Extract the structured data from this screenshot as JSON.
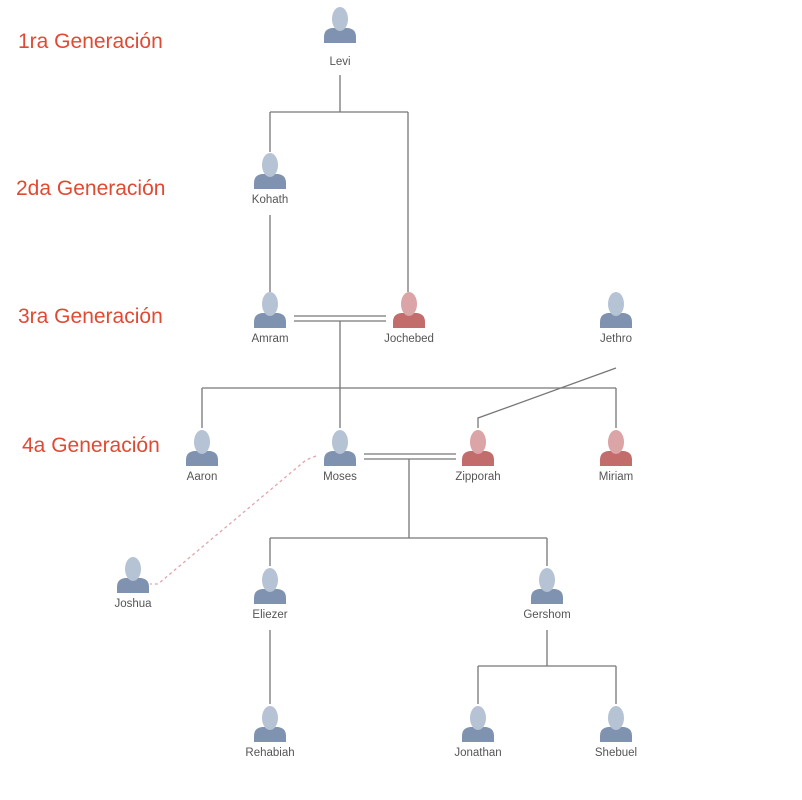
{
  "generations": [
    {
      "label": "1ra Generación"
    },
    {
      "label": "2da Generación"
    },
    {
      "label": "3ra Generación"
    },
    {
      "label": "4a Generación"
    }
  ],
  "people": {
    "levi": {
      "name": "Levi",
      "gender": "male"
    },
    "kohath": {
      "name": "Kohath",
      "gender": "male"
    },
    "amram": {
      "name": "Amram",
      "gender": "male"
    },
    "jochebed": {
      "name": "Jochebed",
      "gender": "female"
    },
    "jethro": {
      "name": "Jethro",
      "gender": "male"
    },
    "aaron": {
      "name": "Aaron",
      "gender": "male"
    },
    "moses": {
      "name": "Moses",
      "gender": "male"
    },
    "zipporah": {
      "name": "Zipporah",
      "gender": "female"
    },
    "miriam": {
      "name": "Miriam",
      "gender": "female"
    },
    "joshua": {
      "name": "Joshua",
      "gender": "male"
    },
    "eliezer": {
      "name": "Eliezer",
      "gender": "male"
    },
    "gershom": {
      "name": "Gershom",
      "gender": "male"
    },
    "rehabiah": {
      "name": "Rehabiah",
      "gender": "male"
    },
    "jonathan": {
      "name": "Jonathan",
      "gender": "male"
    },
    "shebuel": {
      "name": "Shebuel",
      "gender": "male"
    }
  },
  "colors": {
    "male_head": "#b6c3d4",
    "male_body": "#7f93b0",
    "female_head": "#dba4a6",
    "female_body": "#c26c6c",
    "line": "#777777",
    "dashed_line": "#e0a4aa",
    "generation_label": "#e04a33"
  }
}
